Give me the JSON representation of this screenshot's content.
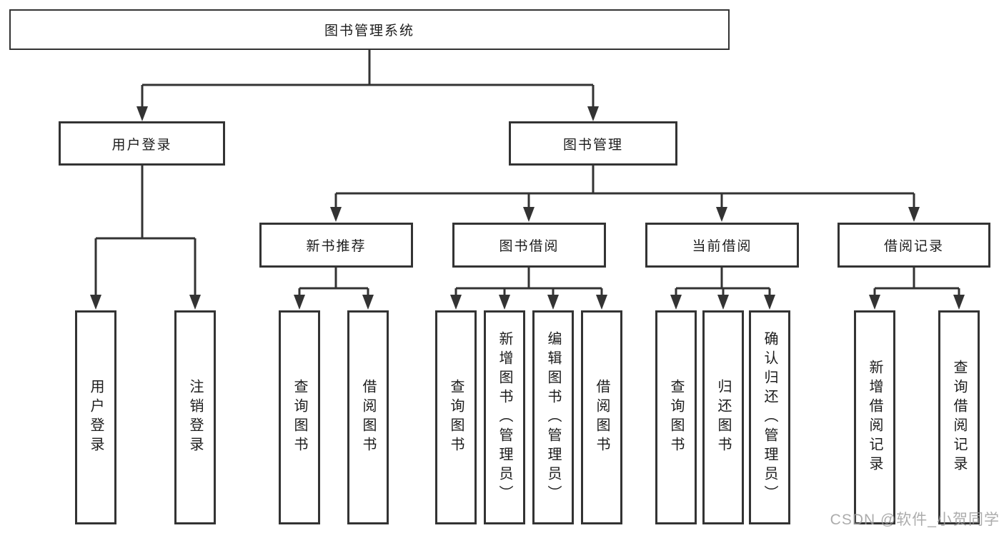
{
  "diagram": {
    "root": {
      "label": "图书管理系统"
    },
    "level2": [
      {
        "label": "用户登录"
      },
      {
        "label": "图书管理"
      }
    ],
    "level3": [
      {
        "label": "新书推荐",
        "parent": "图书管理"
      },
      {
        "label": "图书借阅",
        "parent": "图书管理"
      },
      {
        "label": "当前借阅",
        "parent": "图书管理"
      },
      {
        "label": "借阅记录",
        "parent": "图书管理"
      }
    ],
    "leaves": [
      {
        "label": "用户登录",
        "parent": "用户登录"
      },
      {
        "label": "注销登录",
        "parent": "用户登录"
      },
      {
        "label": "查询图书",
        "parent": "新书推荐"
      },
      {
        "label": "借阅图书",
        "parent": "新书推荐"
      },
      {
        "label": "查询图书",
        "parent": "图书借阅"
      },
      {
        "label": "新增图书（管理员）",
        "parent": "图书借阅"
      },
      {
        "label": "编辑图书（管理员）",
        "parent": "图书借阅"
      },
      {
        "label": "借阅图书",
        "parent": "图书借阅"
      },
      {
        "label": "查询图书",
        "parent": "当前借阅"
      },
      {
        "label": "归还图书",
        "parent": "当前借阅"
      },
      {
        "label": "确认归还（管理员）",
        "parent": "当前借阅"
      },
      {
        "label": "新增借阅记录",
        "parent": "借阅记录"
      },
      {
        "label": "查询借阅记录",
        "parent": "借阅记录"
      }
    ]
  },
  "watermark": "CSDN @软件_小贺同学",
  "colors": {
    "line": "#333333",
    "box_border": "#333333",
    "box_fill": "#ffffff",
    "text": "#1c1c1c",
    "watermark": "#9e9e9e",
    "background": "#ffffff"
  }
}
